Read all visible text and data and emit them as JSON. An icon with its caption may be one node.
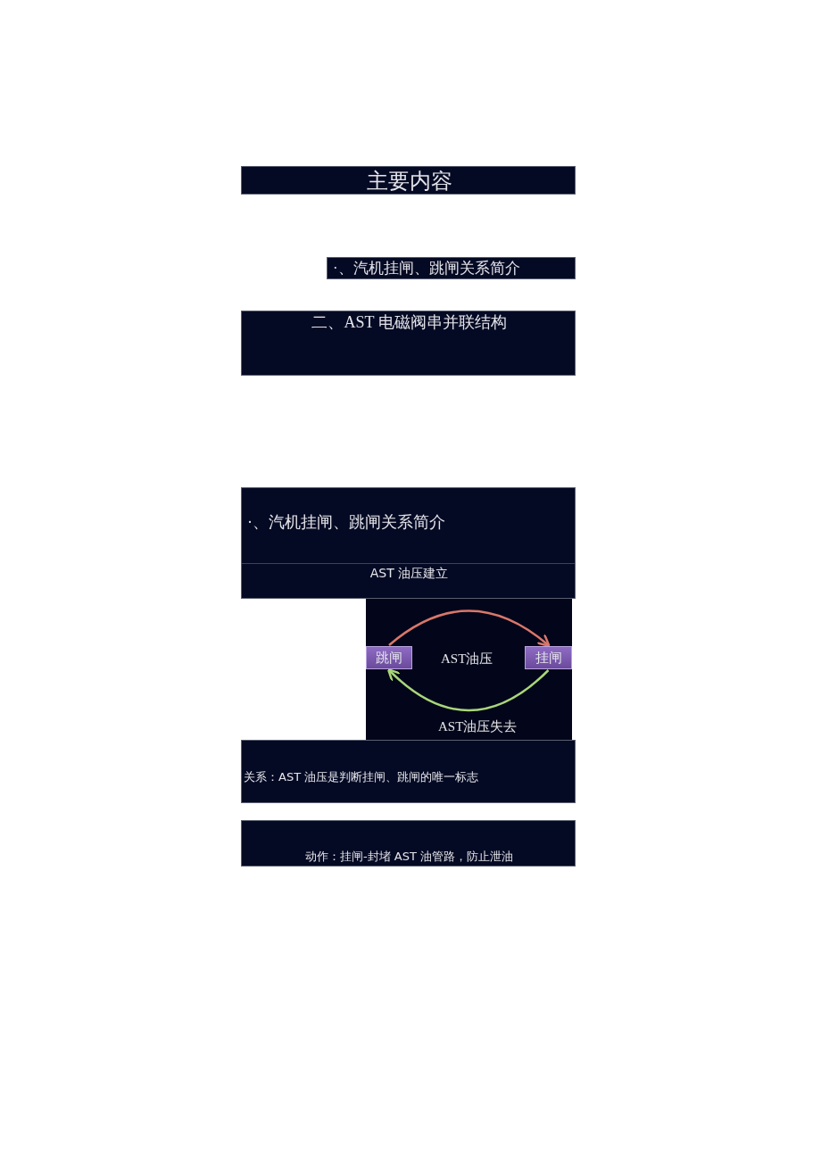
{
  "diagram": {
    "nodes": [
      {
        "text": [
          "主要内容"
        ]
      },
      {
        "text": [
          "·、汽机挂闸、跳闸关系简介"
        ]
      },
      {
        "text": [
          "二、AST 电磁阀串并联结构"
        ]
      },
      {
        "text": [
          "·、汽机挂闸、跳闸关系简介",
          "AST 油压建立"
        ]
      },
      {
        "text": [
          "AST油压"
        ]
      },
      {
        "text": [
          "跳闸"
        ],
        "in": 4
      },
      {
        "text": [
          "挂闸"
        ],
        "in": 4
      },
      {
        "text": [
          "关系：AST 油压是判断挂闸、跳闸的唯一标志"
        ]
      },
      {
        "text": [
          "动作：挂闸-封堵 AST 油管路，防止泄油"
        ]
      }
    ],
    "edges": [
      {
        "from": 5,
        "to": 6,
        "arrow": "to",
        "color": "#d9776b"
      },
      {
        "from": 6,
        "to": 5,
        "arrow": "to",
        "label": "AST油压失去",
        "color": "#a9d67a"
      }
    ]
  }
}
